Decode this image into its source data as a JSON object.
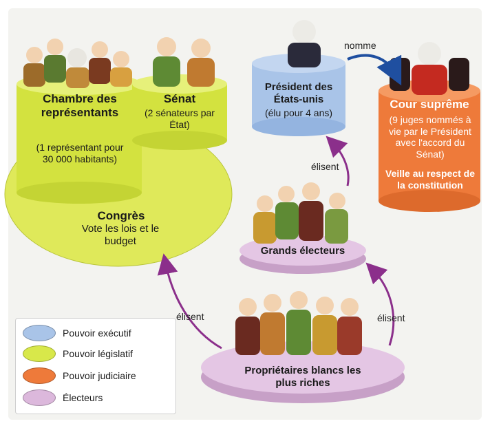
{
  "colors": {
    "executive": "#a9c4e8",
    "legislative": "#d8e84a",
    "judicial": "#ee7a3a",
    "electors": "#dcb8dc",
    "arrow": "#8b2f8b",
    "arrow_blue": "#1f4fa0"
  },
  "congress": {
    "chambre_title": "Chambre des représentants",
    "chambre_detail": "(1 représentant pour 30 000 habitants)",
    "senat_title": "Sénat",
    "senat_detail": "(2 sénateurs par État)",
    "title": "Congrès",
    "role": "Vote les lois et le budget"
  },
  "president": {
    "title": "Président des États-unis",
    "detail": "(élu pour 4 ans)"
  },
  "court": {
    "title": "Cour suprême",
    "detail": "(9 juges nommés à vie par le Président avec l'accord du Sénat)",
    "role": "Veille au respect de la constitution"
  },
  "grands_electeurs": {
    "label": "Grands électeurs"
  },
  "proprietaires": {
    "label": "Propriétaires blancs les plus riches"
  },
  "arrows": {
    "nomme": "nomme",
    "elisent_president": "élisent",
    "elisent_congres": "élisent",
    "elisent_grands": "élisent"
  },
  "legend": {
    "items": [
      {
        "label": "Pouvoir exécutif",
        "color": "#a9c4e8"
      },
      {
        "label": "Pouvoir législatif",
        "color": "#d8e84a"
      },
      {
        "label": "Pouvoir judiciaire",
        "color": "#ee7a3a"
      },
      {
        "label": "Électeurs",
        "color": "#dcb8dc"
      }
    ]
  }
}
